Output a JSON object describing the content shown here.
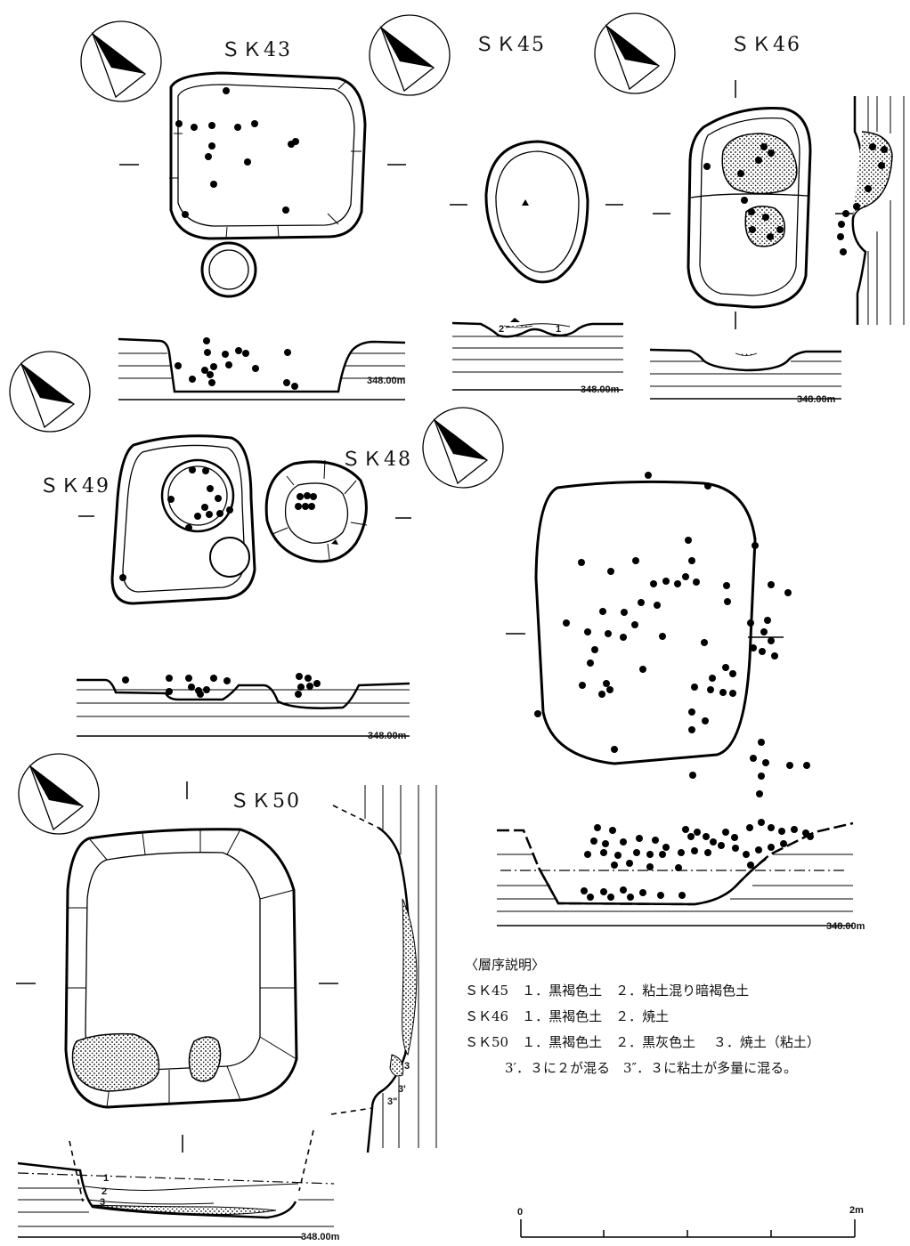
{
  "features": {
    "sk43": "ＳＫ43",
    "sk45": "ＳＫ45",
    "sk46": "ＳＫ46",
    "sk49": "ＳＫ49",
    "sk48": "ＳＫ48",
    "sk50": "ＳＫ50"
  },
  "elevation_label": "348.00m",
  "layer_numbers": {
    "sk45": [
      "1",
      "2"
    ],
    "sk50_section": [
      "1",
      "2",
      "3"
    ],
    "sk50_side": [
      "3",
      "3'",
      "3\""
    ]
  },
  "legend": {
    "title": "〈層序説明〉",
    "rows": [
      {
        "feature": "ＳＫ45",
        "text": "１．黒褐色土　２．粘土混り暗褐色土"
      },
      {
        "feature": "ＳＫ46",
        "text": "１．黒褐色土　２．焼土"
      },
      {
        "feature": "ＳＫ50",
        "text": "１．黒褐色土　２．黒灰色土　 ３．焼土（粘土）"
      },
      {
        "feature": "",
        "text": "　　3′．３に２が混る　3″．３に粘土が多量に混る。"
      }
    ]
  },
  "scale": {
    "start": "0",
    "end": "2m"
  },
  "icons": {
    "north_arrow": "north-arrow-icon"
  }
}
